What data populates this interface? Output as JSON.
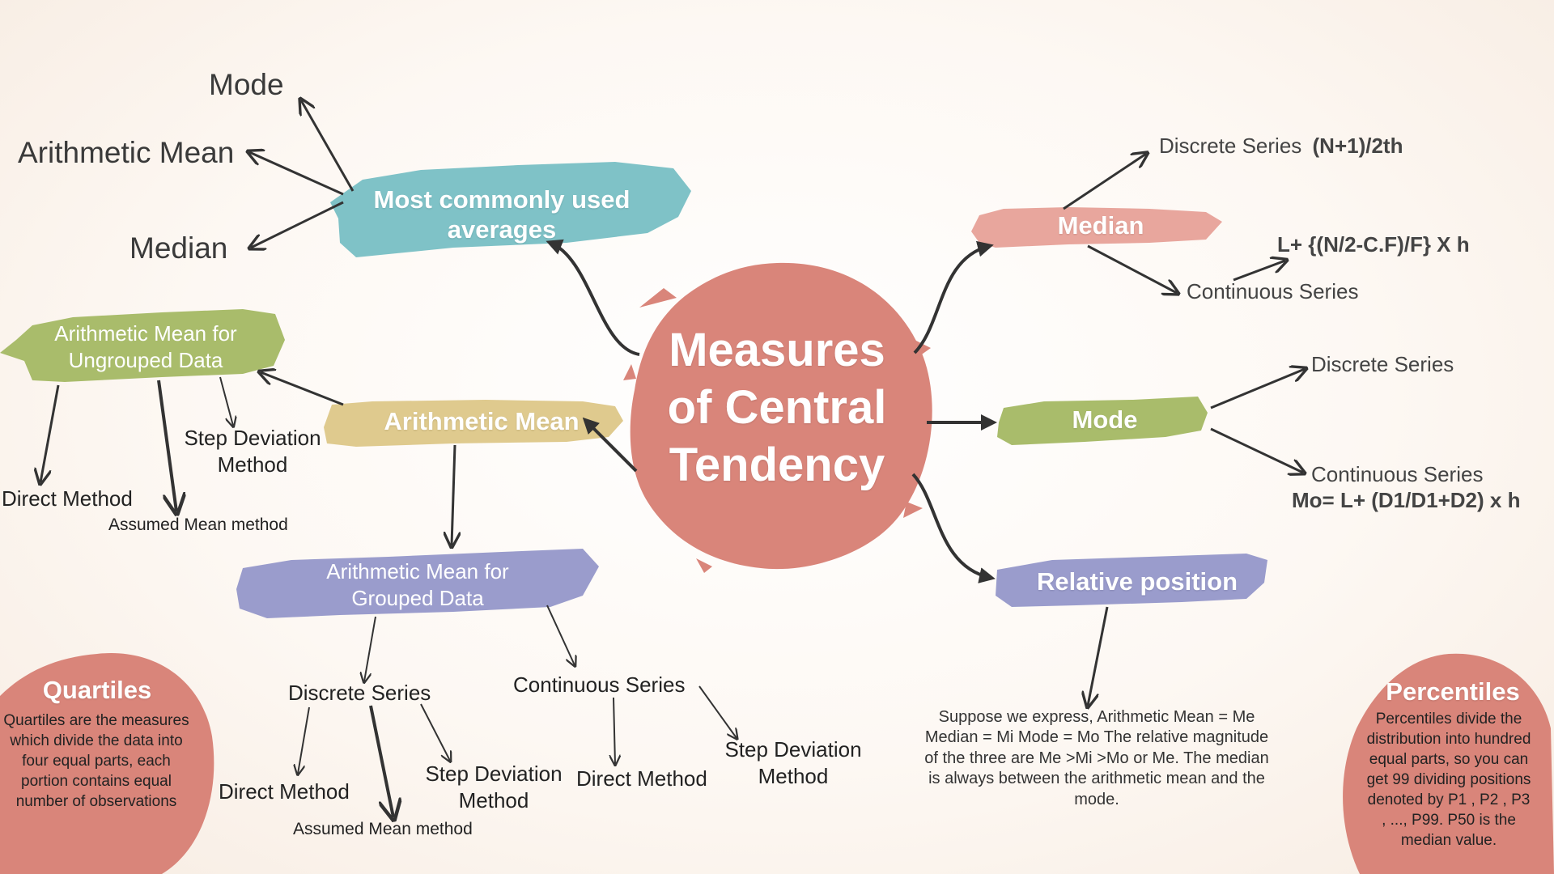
{
  "colors": {
    "teal": "#7fc2c7",
    "salmon": "#d9857a",
    "pink": "#e8a69d",
    "olive": "#a9bc6b",
    "tan": "#dfca8e",
    "lavender": "#9a9ccc",
    "arrow": "#333333"
  },
  "center": {
    "line1": "Measures",
    "line2": "of Central",
    "line3": "Tendency"
  },
  "left": {
    "top_mode": "Mode",
    "top_mean": "Arithmetic Mean",
    "top_median": "Median",
    "most_common": "Most commonly used averages",
    "am_ungrouped": "Arithmetic Mean for Ungrouped Data",
    "step_dev_1": "Step Deviation Method",
    "direct_1": "Direct Method",
    "assumed_1": "Assumed Mean method",
    "arith_mean": "Arithmetic Mean",
    "am_grouped": "Arithmetic Mean for Grouped Data",
    "discrete": "Discrete Series",
    "continuous": "Continuous Series",
    "direct_2": "Direct Method",
    "assumed_2": "Assumed Mean method",
    "step_dev_2": "Step Deviation Method",
    "direct_3": "Direct Method",
    "step_dev_3": "Step Deviation Method",
    "quartiles_title": "Quartiles",
    "quartiles_text": "Quartiles are the measures which divide the data into four equal parts, each portion contains equal number of observations"
  },
  "right": {
    "median": "Median",
    "median_discrete": "Discrete Series",
    "median_discrete_formula": "(N+1)/2th",
    "median_cont_formula": "L+ {(N/2-C.F)/F} X h",
    "median_continuous": "Continuous Series",
    "mode": "Mode",
    "mode_discrete": "Discrete Series",
    "mode_continuous": "Continuous Series",
    "mode_formula": "Mo= L+ (D1/D1+D2) x h",
    "relative": "Relative position",
    "relative_text": "Suppose we express, Arithmetic Mean = Me Median = Mi Mode = Mo The relative magnitude of the three are Me >Mi >Mo or Me. The median is always between the arithmetic mean and the mode.",
    "percentiles_title": "Percentiles",
    "percentiles_text": "Percentiles divide the distribution into hundred equal parts, so you can get 99 dividing positions denoted by P1 , P2 , P3 , ..., P99. P50 is the median value."
  }
}
